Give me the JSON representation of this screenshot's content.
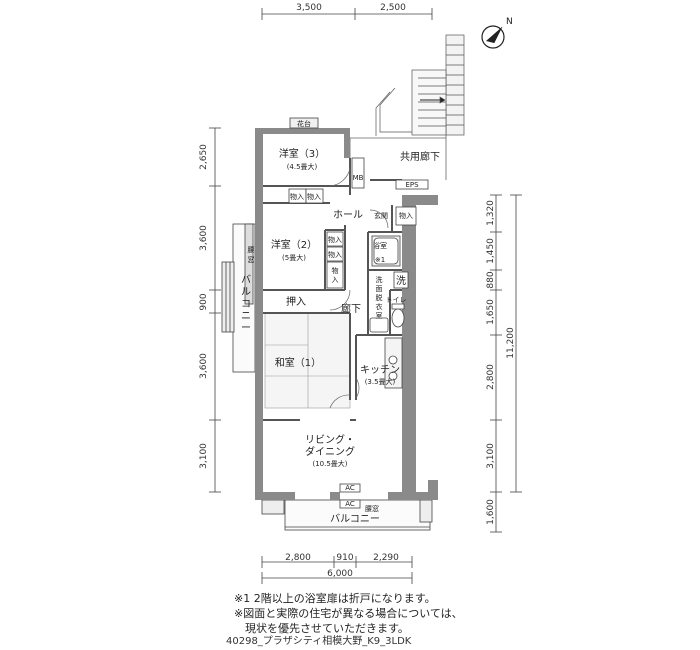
{
  "dimensions": {
    "top": [
      "3,500",
      "2,500"
    ],
    "bottom": [
      "2,800",
      "910",
      "2,290"
    ],
    "bottom_total": "6,000",
    "left": [
      "2,650",
      "3,600",
      "900",
      "3,600",
      "3,100"
    ],
    "right": [
      "1,320",
      "1,450",
      "880",
      "1,650",
      "2,800",
      "3,100",
      "1,600"
    ],
    "right_total": "11,200"
  },
  "rooms": {
    "bedroom3_name": "洋室（3）",
    "bedroom3_size": "(4.5畳大)",
    "bedroom2_name": "洋室（2）",
    "bedroom2_size": "(5畳大)",
    "washitsu": "和室（1）",
    "oshiire": "押入",
    "hall": "ホール",
    "genkan": "玄関",
    "rouka": "廊下",
    "yokushitsu": "浴室",
    "yokushitsu_note": "※1",
    "senmen": [
      "洗",
      "面",
      "脱",
      "衣",
      "室"
    ],
    "toilet": "トイレ",
    "kitchen_name": "キッチン",
    "kitchen_size": "(3.5畳大)",
    "living_line1": "リビング・",
    "living_line2": "ダイニング",
    "living_size": "(10.5畳大)",
    "balcony_bottom": "バルコニー",
    "balcony_side": [
      "バ",
      "ル",
      "コ",
      "ニ",
      "ー"
    ],
    "koshimado_bottom": "腰窓",
    "koshimado_side": [
      "腰",
      "窓"
    ],
    "kadan": "花台",
    "kyoyo_rouka": "共用廊下",
    "eps": "EPS",
    "mb": "MB",
    "ac": "AC",
    "sen": "洗",
    "monoire": "物入",
    "monoire_v": [
      "物",
      "入"
    ]
  },
  "notes": [
    "※1 2階以上の浴室扉は折戸になります。",
    "※図面と実際の住宅が異なる場合については、",
    "　現状を優先させていただきます。"
  ],
  "reference": "40298_プラザシティ相模大野_K9_3LDK",
  "compass": "N"
}
